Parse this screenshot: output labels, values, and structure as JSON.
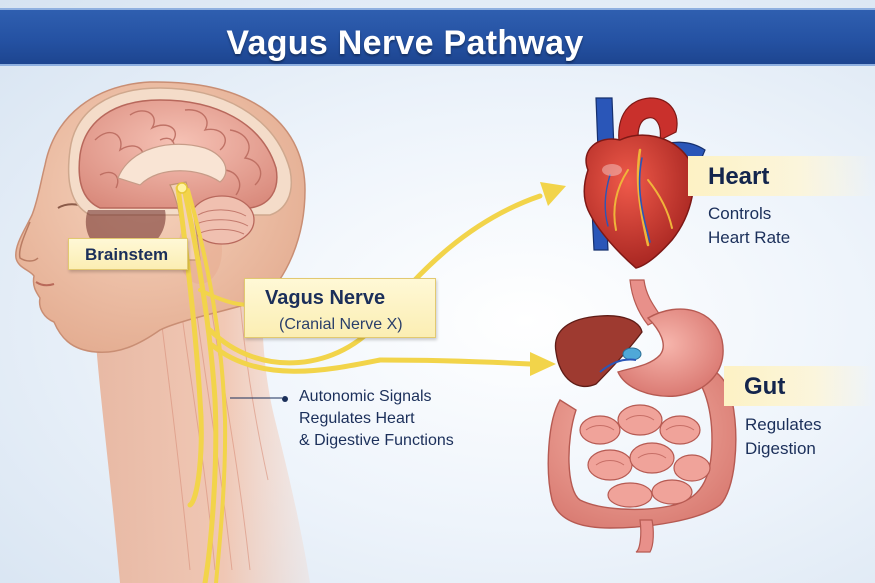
{
  "title": "Vagus Nerve Pathway",
  "labels": {
    "brainstem": "Brainstem",
    "vagus_nerve": "Vagus Nerve",
    "cranial_nerve": "(Cranial Nerve X)",
    "signals_line1": "Autonomic Signals",
    "signals_line2": "Regulates Heart",
    "signals_line3": "& Digestive Functions"
  },
  "organs": {
    "heart": {
      "name": "Heart",
      "desc_line1": "Controls",
      "desc_line2": "Heart Rate"
    },
    "gut": {
      "name": "Gut",
      "desc_line1": "Regulates",
      "desc_line2": "Digestion"
    }
  },
  "colors": {
    "title_bar": "#2552a3",
    "nerve": "#f2d44a",
    "label_fill": "#fbeeb3",
    "text_dark": "#1b2f5a",
    "heart_red": "#c9302c",
    "vessel_blue": "#2a56b8",
    "gut_pink": "#e8908a",
    "liver": "#9e3a30"
  }
}
